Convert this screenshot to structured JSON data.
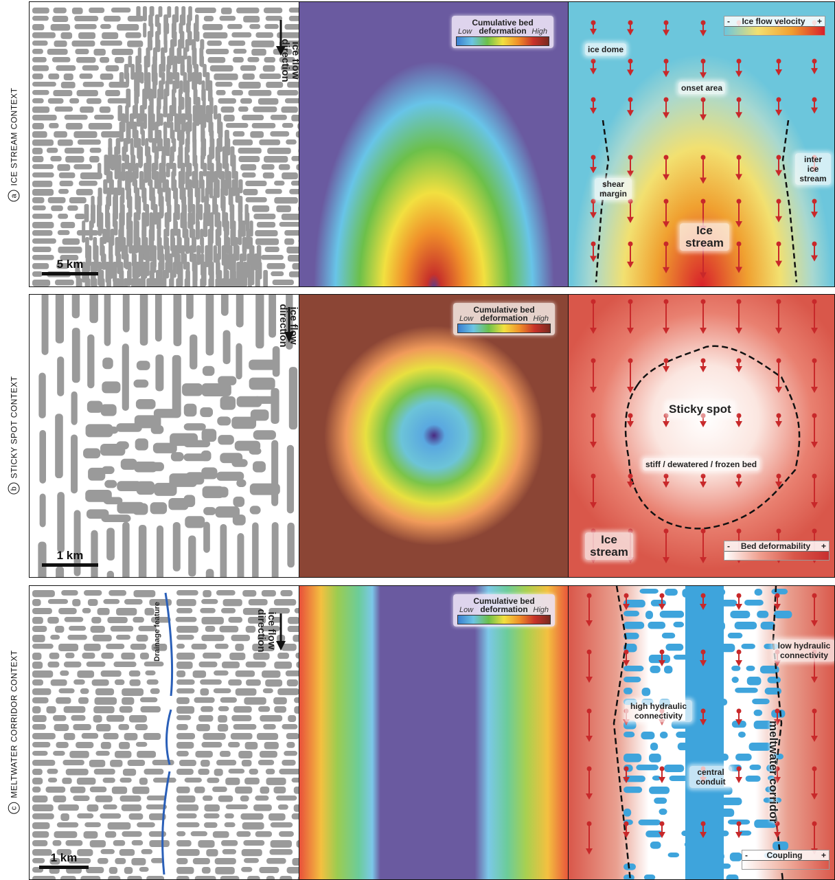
{
  "rows": [
    {
      "letter": "a",
      "context": "ICE STREAM CONTEXT"
    },
    {
      "letter": "b",
      "context": "STICKY SPOT CONTEXT"
    },
    {
      "letter": "c",
      "context": "MELTWATER CORRIDOR CONTEXT"
    }
  ],
  "flow_label": "ice flow direction",
  "scales": {
    "a": "5 km",
    "b": "1 km",
    "c": "1 km"
  },
  "drainage_label": "Drainage feature",
  "deformation_legend": {
    "title": "Cumulative bed deformation",
    "low": "Low",
    "high": "High"
  },
  "panel_a": {
    "legend_minus": "-",
    "legend_title": "Ice flow velocity",
    "legend_plus": "+",
    "ice_dome": "ice dome",
    "onset_area": "onset area",
    "shear_margin": "shear margin",
    "inter_ice_stream": "inter ice stream",
    "ice_stream": "Ice stream"
  },
  "panel_b": {
    "sticky_spot": "Sticky spot",
    "bed_state": "stiff / dewatered / frozen bed",
    "ice_stream": "Ice stream",
    "legend_minus": "-",
    "legend_title": "Bed deformability",
    "legend_plus": "+"
  },
  "panel_c": {
    "low_hydraulic": "low hydraulic connectivity",
    "high_hydraulic": "high hydraulic connectivity",
    "central_conduit": "central conduit",
    "meltwater_corridor": "meltwater corridor",
    "legend_minus": "-",
    "legend_title": "Coupling",
    "legend_plus": "+"
  },
  "colors": {
    "arrow": "#c8282a",
    "bedform": "#9a9a9a",
    "conduit": "#3ea4dc",
    "drainage": "#2a5fb8"
  }
}
